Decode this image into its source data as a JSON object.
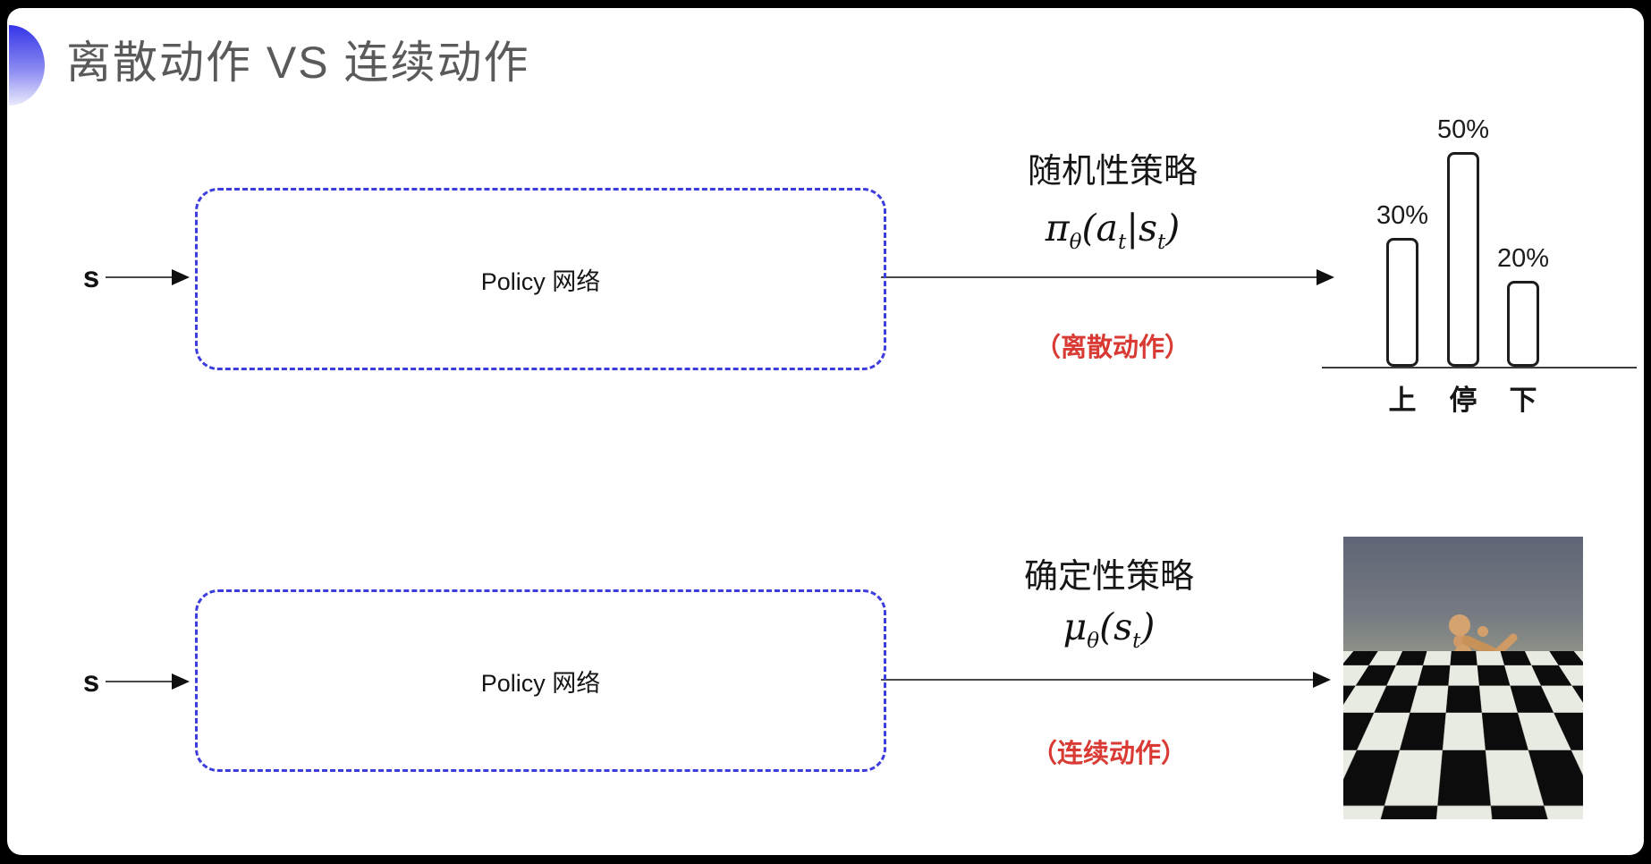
{
  "title": {
    "text": "离散动作 VS 连续动作",
    "color": "#5a5a5a"
  },
  "colors": {
    "frame_bg": "#000000",
    "card_bg": "#ffffff",
    "dashed_box": "#3d3ddd",
    "red_note": "#d93a34",
    "arrow": "#484848",
    "accent_gradient_top": "#3434e8",
    "accent_gradient_bottom": "#eaeafc"
  },
  "top_row": {
    "state_label": "s",
    "box_label": "Policy 网络",
    "policy_title": "随机性策略",
    "formula": {
      "p1": "π",
      "s1": "θ",
      "p2": "(a",
      "s2": "t",
      "p3": "|s",
      "s3": "t",
      "p4": ")"
    },
    "action_note": "（离散动作）"
  },
  "bottom_row": {
    "state_label": "s",
    "box_label": "Policy 网络",
    "policy_title": "确定性策略",
    "formula": {
      "p1": "μ",
      "s1": "θ",
      "p2": "(s",
      "s2": "t",
      "p3": ")"
    },
    "action_note": "（连续动作）"
  },
  "chart_data": {
    "type": "bar",
    "categories": [
      "上",
      "停",
      "下"
    ],
    "values": [
      30,
      50,
      20
    ],
    "labels": [
      "30%",
      "50%",
      "20%"
    ],
    "title": "",
    "xlabel": "",
    "ylabel": "",
    "ylim": [
      0,
      55
    ],
    "grid": false,
    "legend": false,
    "bar_style": "outlined-white-rounded"
  },
  "sim_image": {
    "name": "humanoid-on-checkerboard"
  }
}
